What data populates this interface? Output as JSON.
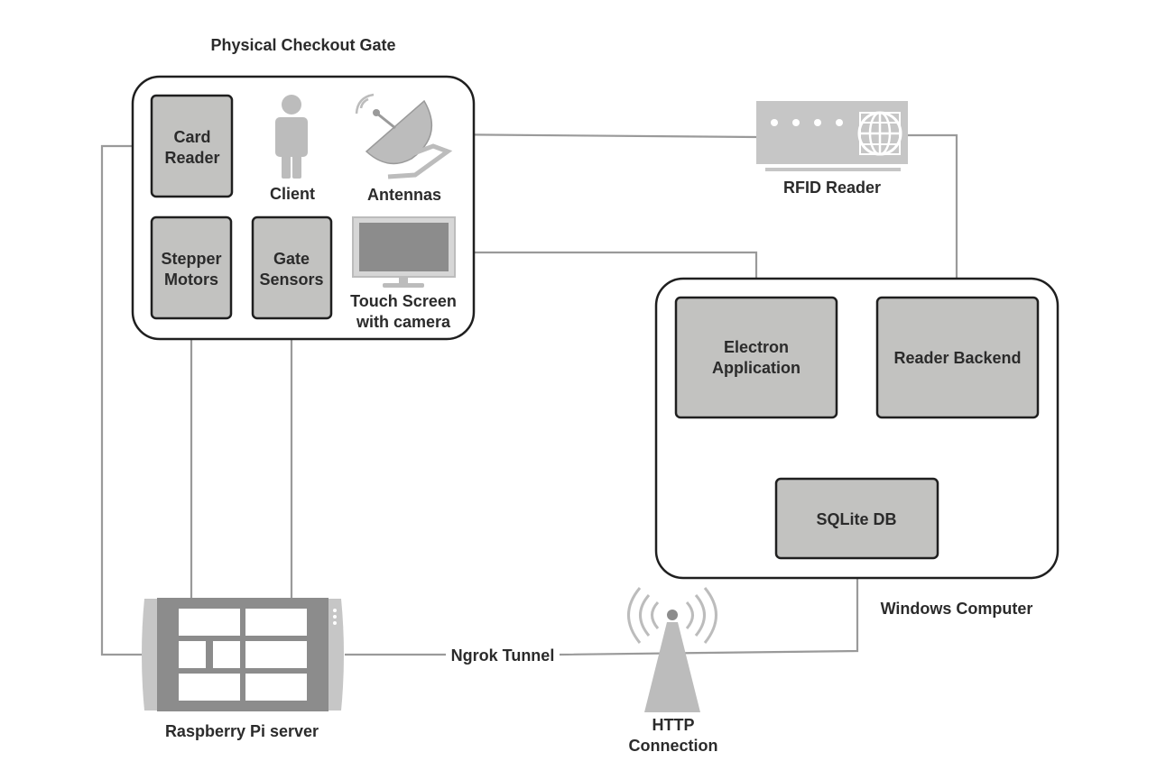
{
  "groups": {
    "gate": "Physical Checkout Gate",
    "windows": "Windows Computer"
  },
  "components": {
    "card_reader": [
      "Card",
      "Reader"
    ],
    "client": "Client",
    "antennas": "Antennas",
    "stepper_motors": [
      "Stepper",
      "Motors"
    ],
    "gate_sensors": [
      "Gate",
      "Sensors"
    ],
    "touch_screen": [
      "Touch Screen",
      "with camera"
    ],
    "rfid_reader": "RFID Reader",
    "electron_app": [
      "Electron",
      "Application"
    ],
    "reader_backend": "Reader Backend",
    "sqlite_db": "SQLite DB",
    "raspberry_pi": "Raspberry Pi server",
    "http_connection": [
      "HTTP",
      "Connection"
    ]
  },
  "connections": {
    "ngrok_tunnel": "Ngrok Tunnel"
  },
  "icons": {
    "client": "person-icon",
    "antennas": "satellite-dish-icon",
    "touch_screen": "monitor-icon",
    "rfid_reader": "rfid-reader-icon",
    "raspberry_pi": "tablet-server-icon",
    "http_connection": "radio-tower-icon"
  },
  "colors": {
    "component_fill": "#c2c2c0",
    "outline": "#1f1f1f",
    "wire": "#9a9a9a",
    "icon_gray": "#bcbcbc",
    "text": "#2b2b2b"
  }
}
